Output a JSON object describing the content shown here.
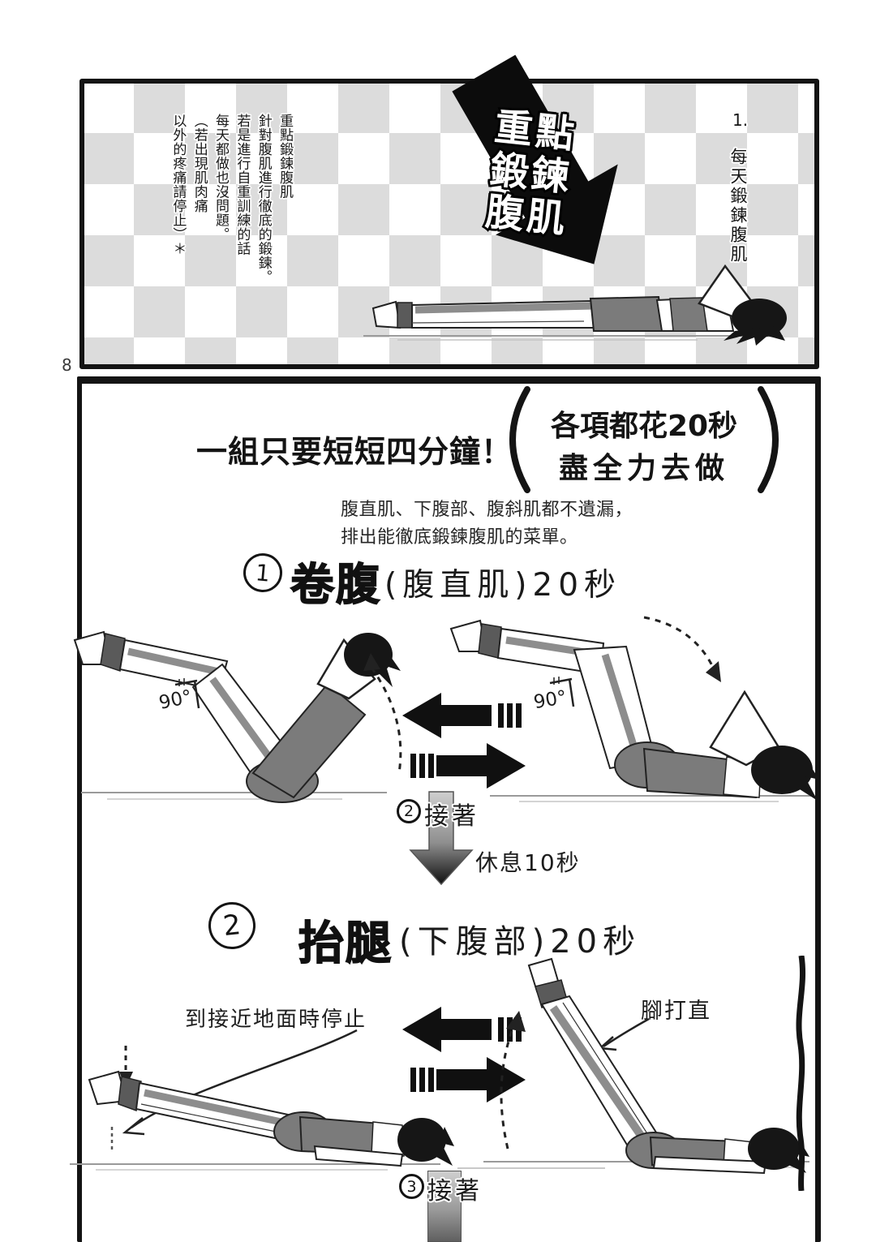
{
  "page": {
    "number": "8"
  },
  "colors": {
    "ink": "#141414",
    "checker_gray": "#dcdcdc",
    "figure_gray": "#8d8d8d"
  },
  "panel1": {
    "chapter_number": "1.",
    "chapter_title": "每天鍛鍊腹肌",
    "arrow_title": "重點鍛鍊腹肌",
    "columns": [
      "重點鍛鍊腹肌",
      "針對腹肌進行徹底的鍛鍊。",
      "若是進行自重訓練的話",
      "每天都做也沒問題。",
      "（若出現肌肉痛",
      "以外的疼痛請停止）＊"
    ]
  },
  "panel2": {
    "headline": "一組只要短短四分鐘！",
    "paren_note": {
      "line1": "各項都花20秒",
      "line2": "盡全力去做"
    },
    "intro": {
      "line1": "腹直肌、下腹部、腹斜肌都不遺漏，",
      "line2": "排出能徹底鍛鍊腹肌的菜單。"
    },
    "exercise1": {
      "number": "1",
      "name": "卷腹",
      "detail": "(腹直肌)20秒",
      "angle_label": "90°"
    },
    "transition2": {
      "number": "2",
      "label": "接著",
      "rest": "休息10秒"
    },
    "exercise2": {
      "number": "2",
      "name": "抬腿",
      "detail": "(下腹部)20秒",
      "note_left": "到接近地面時停止",
      "note_right": "腳打直"
    },
    "transition3": {
      "number": "3",
      "label": "接著"
    }
  }
}
